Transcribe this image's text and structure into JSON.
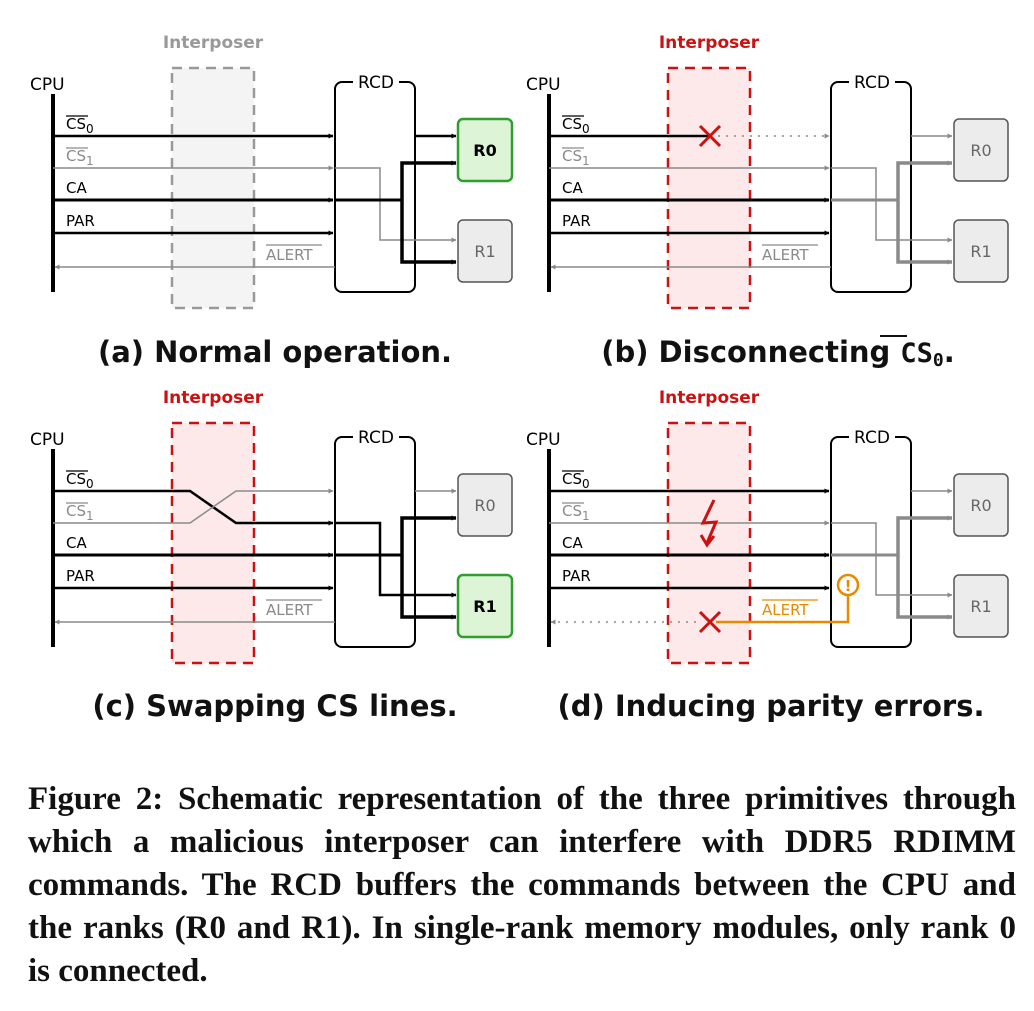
{
  "labels": {
    "cpu": "CPU",
    "rcd": "RCD",
    "interposer": "Interposer",
    "cs0_base": "CS",
    "cs0_sub": "0",
    "cs1_base": "CS",
    "cs1_sub": "1",
    "ca": "CA",
    "par": "PAR",
    "alert": "ALERT",
    "r0": "R0",
    "r1": "R1",
    "warning_glyph": "!"
  },
  "panels": [
    {
      "id": "a",
      "caption": "(a) Normal operation.",
      "caption_pre": "",
      "caption_code": "",
      "caption_sub": "",
      "caption_post": "",
      "active_rank": "R0",
      "interposer_state": "inactive"
    },
    {
      "id": "b",
      "caption": "",
      "caption_pre": "(b) Disconnecting ",
      "caption_code": "CS",
      "caption_sub": "0",
      "caption_post": ".",
      "active_rank": "none",
      "interposer_state": "active"
    },
    {
      "id": "c",
      "caption": "(c) Swapping CS lines.",
      "caption_pre": "",
      "caption_code": "",
      "caption_sub": "",
      "caption_post": "",
      "active_rank": "R1",
      "interposer_state": "active"
    },
    {
      "id": "d",
      "caption": "(d) Inducing parity errors.",
      "caption_pre": "",
      "caption_code": "",
      "caption_sub": "",
      "caption_post": "",
      "active_rank": "none",
      "interposer_state": "active"
    }
  ],
  "figure_caption": "Figure 2: Schematic representation of the three primitives through which a malicious interposer can interfere with DDR5 RDIMM commands. The RCD buffers the commands between the CPU and the ranks (R0 and R1). In single-rank memory modules, only rank 0 is connected.",
  "colors": {
    "interposer_inactive": "#999999",
    "interposer_active": "#cc1111",
    "interposer_fill_inactive": "#f4f4f4",
    "interposer_fill_active": "#fde9ea",
    "rank_active_fill": "#ddf4d6",
    "rank_active_stroke": "#2e9e2e",
    "rank_fill": "#ececec",
    "warning": "#e68a00",
    "signal": "#000000",
    "signal_muted": "#8a8a8a"
  }
}
